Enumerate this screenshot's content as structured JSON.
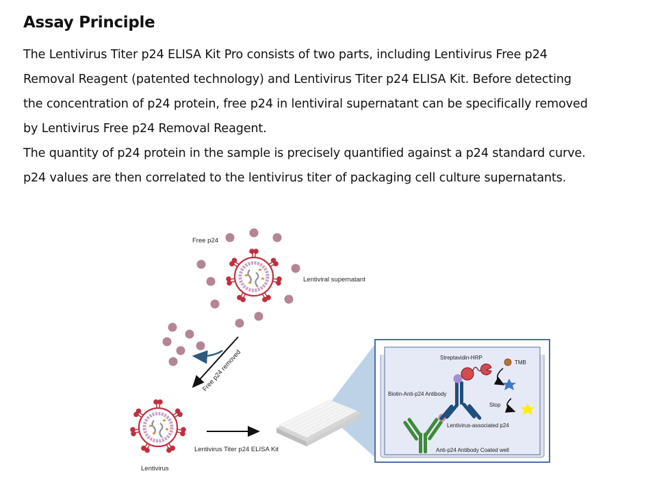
{
  "page": {
    "title": "Assay Principle",
    "paragraph_lines": [
      "The Lentivirus Titer p24 ELISA Kit Pro consists of two parts, including Lentivirus Free p24",
      "Removal Reagent (patented technology) and Lentivirus Titer p24 ELISA Kit. Before detecting",
      "the concentration of p24 protein, free p24 in lentiviral supernatant can be specifically removed",
      "by Lentivirus Free p24 Removal Reagent.",
      "The quantity of p24 protein in the sample is precisely quantified against a p24 standard curve.",
      "p24 values are then correlated to the lentivirus titer of packaging cell culture supernatants."
    ]
  },
  "figure": {
    "labels": {
      "free_p24": "Free p24",
      "lentiviral_supernatant": "Lentiviral supernatant",
      "free_p24_removed": "Free p24 removed",
      "lentivirus": "Lentivirus",
      "elisa_kit": "Lentivirus Titer p24 ELISA Kit",
      "streptavidin_hrp": "Streptavidin-HRP",
      "tmb": "TMB",
      "biotin_antibody": "Biotin-Anti-p24 Antibody",
      "stop": "Stop",
      "lentivirus_p24": "Lentivirus-associated p24",
      "coated_well": "Anti-p24 Antibody Coated well"
    },
    "colors": {
      "free_p24": "#b48595",
      "virus_red": "#c0303f",
      "capsid": "#c9a3c4",
      "antibody_green": "#3f8a3a",
      "antibody_blue": "#1f4e7d",
      "biotin": "#a38fcf",
      "hrp": "#d24b4f",
      "tmb": "#b87333",
      "star_blue": "#3a78c8",
      "star_yellow": "#ffee00",
      "callout_fill": "#a7c3de",
      "well_bg": "#e5e8f5",
      "well_border": "#4d6ea3"
    }
  }
}
